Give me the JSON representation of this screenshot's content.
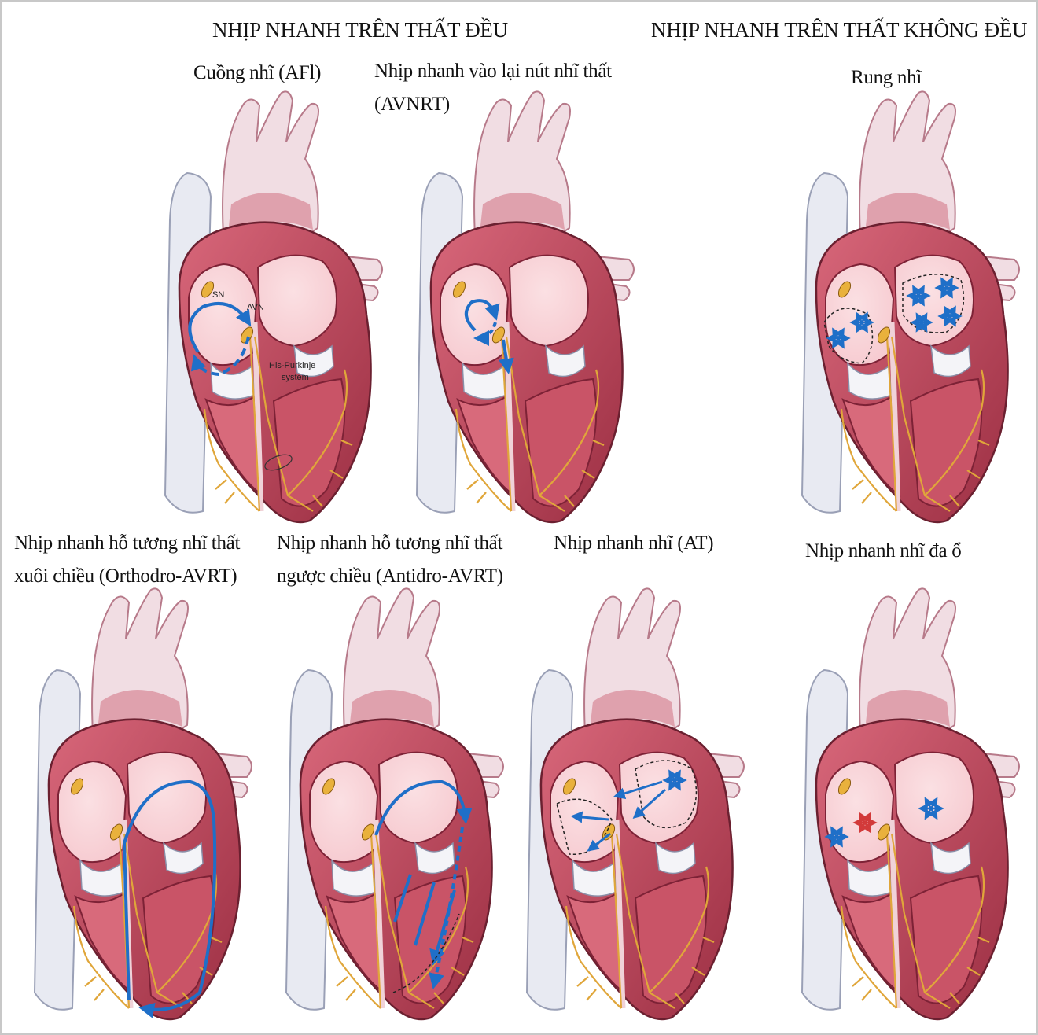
{
  "colors": {
    "muscle": "#c84b5e",
    "muscle_dark": "#9c2f43",
    "chamber": "#f6c9cf",
    "vessel": "#f1dde3",
    "vessel_shadow": "#d88c9b",
    "background_vein": "#e8eaf2",
    "conduction": "#e0a63a",
    "node": "#e9b13c",
    "arrow": "#1f6fc8",
    "focus_red": "#d23a3a"
  },
  "headings": {
    "regular": "NHỊP NHANH TRÊN THẤT ĐỀU",
    "irregular": "NHỊP NHANH TRÊN THẤT KHÔNG ĐỀU"
  },
  "panels": {
    "afl": {
      "title": "Cuồng nhĩ (AFl)",
      "pattern": "macro-reentry-loop"
    },
    "avnrt": {
      "title_line1": "Nhịp nhanh vào lại nút nhĩ thất",
      "title_line2": "(AVNRT)",
      "pattern": "nodal-loop"
    },
    "af": {
      "title": "Rung nhĩ",
      "pattern": "chaotic-multi-wavelet"
    },
    "orthodro": {
      "title_line1": "Nhịp nhanh hỗ tương nhĩ thất",
      "title_line2": "xuôi chiều (Orthodro-AVRT)",
      "pattern": "orthodromic-circuit"
    },
    "antidro": {
      "title_line1": "Nhịp nhanh hỗ tương nhĩ thất",
      "title_line2": "ngược chiều (Antidro-AVRT)",
      "pattern": "antidromic-circuit"
    },
    "at": {
      "title": "Nhịp nhanh nhĩ (AT)",
      "pattern": "focal-atrial"
    },
    "mat": {
      "title": "Nhịp nhanh nhĩ đa ổ",
      "pattern": "multifocal-atrial"
    }
  },
  "callouts": {
    "sn": "SN",
    "avn": "AVN",
    "his_line1": "His-Purkinje",
    "his_line2": "system"
  }
}
